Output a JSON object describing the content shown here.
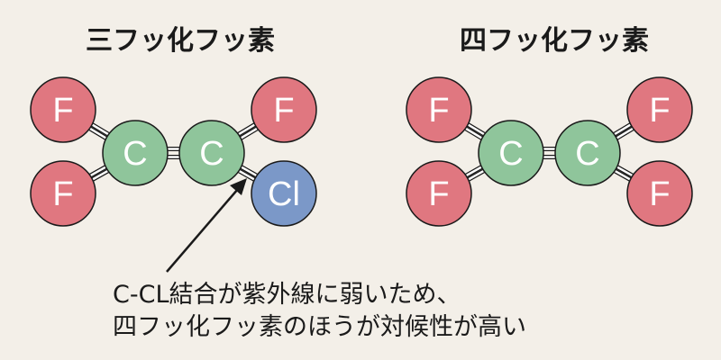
{
  "titles": {
    "left": "三フッ化フッ素",
    "right": "四フッ化フッ素"
  },
  "atoms": {
    "F": "F",
    "C": "C",
    "Cl": "Cl"
  },
  "caption": {
    "line1": "C-CL結合が紫外線に弱いため、",
    "line2": "四フッ化フッ素のほうが対候性が高い"
  },
  "colors": {
    "F": "#e07780",
    "C": "#8fc59b",
    "Cl": "#7b98c8",
    "background": "#f3efe8"
  }
}
